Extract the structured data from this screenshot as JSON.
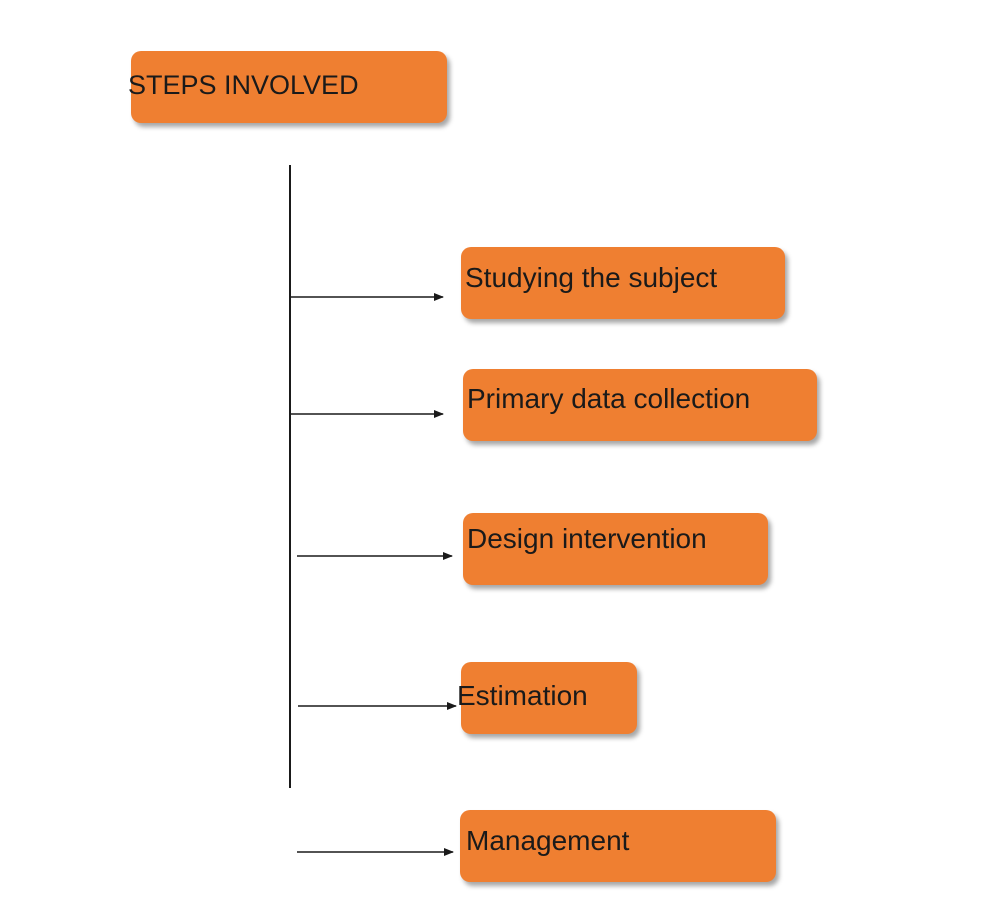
{
  "diagram": {
    "title": "STEPS INVOLVED",
    "steps": [
      "Studying the subject",
      "Primary data collection",
      "Design intervention",
      "Estimation",
      "Management"
    ],
    "box_color": "#ef7f31",
    "line_color": "#1a1a1a"
  }
}
